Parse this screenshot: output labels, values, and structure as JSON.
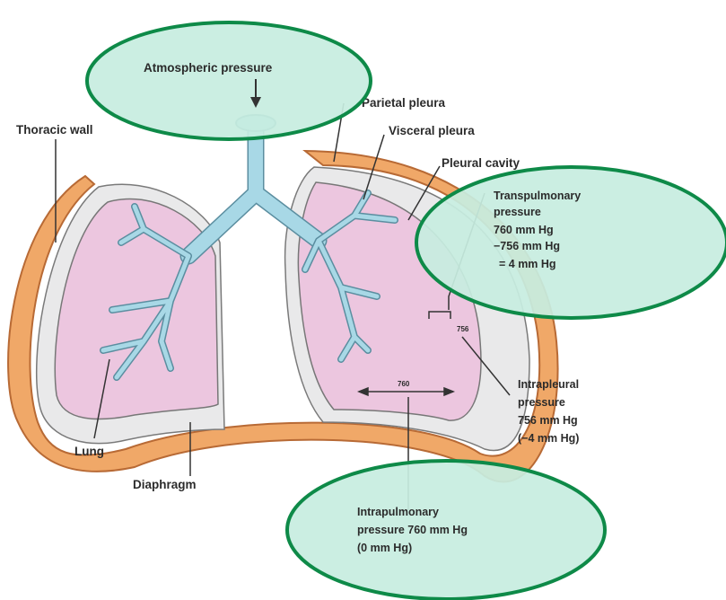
{
  "labels": {
    "atmospheric": "Atmospheric pressure",
    "parietal": "Parietal pleura",
    "thoracic": "Thoracic wall",
    "visceral": "Visceral pleura",
    "pleural_cavity": "Pleural cavity",
    "lung": "Lung",
    "diaphragm": "Diaphragm"
  },
  "transpulmonary": {
    "line1": "Transpulmonary",
    "line2": "pressure",
    "line3": "760 mm Hg",
    "line4": "−756 mm Hg",
    "line5": "= 4 mm Hg"
  },
  "intrapleural": {
    "line1": "Intrapleural",
    "line2": "pressure",
    "line3": "756 mm Hg",
    "line4": "(−4 mm Hg)"
  },
  "intrapulmonary": {
    "line1": "Intrapulmonary",
    "line2": "pressure 760 mm Hg",
    "line3": "(0 mm Hg)"
  },
  "gauges": {
    "left_gap": "760",
    "right_gap": "756"
  },
  "colors": {
    "wall": "#f0a868",
    "wall_edge": "#b86a35",
    "pleural_space": "#e9e9ea",
    "lung": "#ecc6df",
    "airway": "#a8d8e6",
    "bubble": "#c7ede0",
    "bubble_edge": "#0e8a48"
  }
}
